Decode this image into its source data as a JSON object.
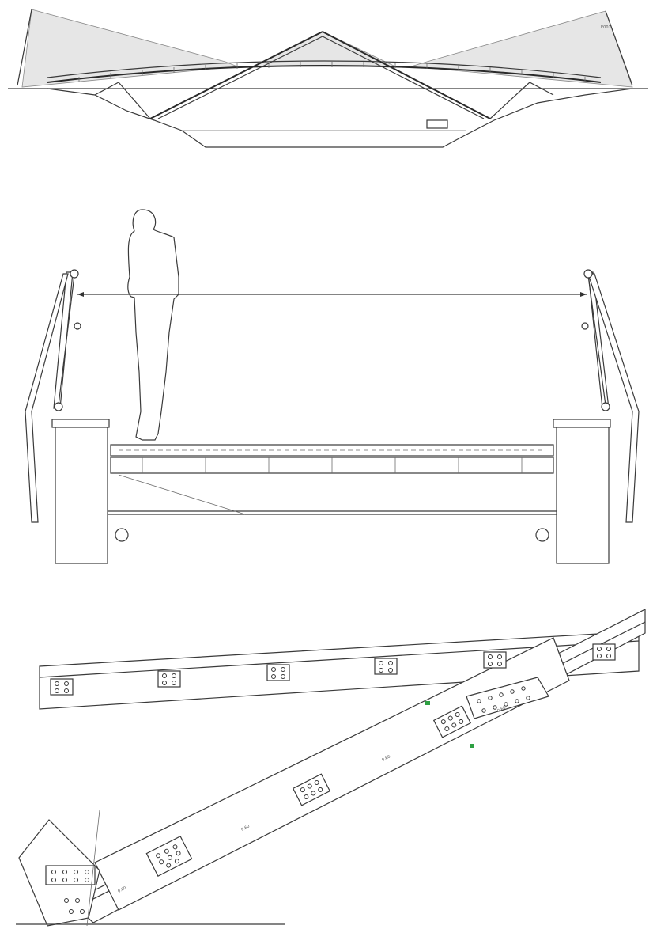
{
  "drawing": {
    "elevation_tag": "E001",
    "dimension_labels": [
      "0.60",
      "0.60",
      "0.60",
      "0.60"
    ],
    "accent_color": "#2ea043"
  }
}
